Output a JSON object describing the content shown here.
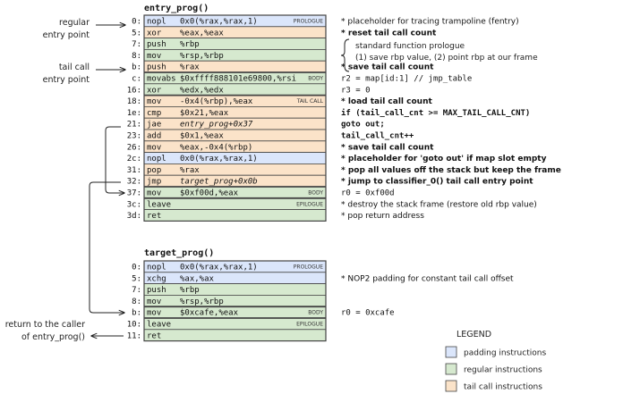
{
  "colors": {
    "padding": "#dbe6fb",
    "regular": "#d6e9cf",
    "tailcall": "#fbe3c9",
    "border": "#444444",
    "text": "#111111"
  },
  "entry_prog": {
    "title": "entry_prog()",
    "rows": [
      {
        "addr": "0:",
        "op": "nopl",
        "args": "0x0(%rax,%rax,1)",
        "sec": "PROLOGUE",
        "kind": "padding",
        "comment": "* placeholder for tracing trampoline (fentry)",
        "bold": false
      },
      {
        "addr": "5:",
        "op": "xor",
        "args": "%eax,%eax",
        "sec": "",
        "kind": "tailcall",
        "comment": "* reset tail call count",
        "bold": true
      },
      {
        "addr": "7:",
        "op": "push",
        "args": "%rbp",
        "sec": "",
        "kind": "regular",
        "comment": "",
        "bold": false
      },
      {
        "addr": "8:",
        "op": "mov",
        "args": "%rsp,%rbp",
        "sec": "",
        "kind": "regular",
        "comment": "",
        "bold": false
      },
      {
        "addr": "b:",
        "op": "push",
        "args": "%rax",
        "sec": "",
        "kind": "tailcall",
        "comment": "* save tail call count",
        "bold": true
      },
      {
        "addr": "c:",
        "op": "movabs",
        "args": "$0xffff888101e69800,%rsi",
        "sec": "BODY",
        "kind": "regular",
        "comment": "r2 = map[id:1] // jmp_table",
        "bold": false
      },
      {
        "addr": "16:",
        "op": "xor",
        "args": "%edx,%edx",
        "sec": "",
        "kind": "regular",
        "comment": "r3 = 0",
        "bold": false
      },
      {
        "addr": "18:",
        "op": "mov",
        "args": "-0x4(%rbp),%eax",
        "sec": "TAIL CALL",
        "kind": "tailcall",
        "comment": "* load tail call count",
        "bold": true
      },
      {
        "addr": "1e:",
        "op": "cmp",
        "args": "$0x21,%eax",
        "sec": "",
        "kind": "tailcall",
        "comment": "if (tail_call_cnt >= MAX_TAIL_CALL_CNT)",
        "bold": true
      },
      {
        "addr": "21:",
        "op": "jae",
        "args": "entry_prog+0x37",
        "sec": "",
        "kind": "tailcall",
        "italic": true,
        "comment": "        goto out;",
        "bold": true
      },
      {
        "addr": "23:",
        "op": "add",
        "args": "$0x1,%eax",
        "sec": "",
        "kind": "tailcall",
        "comment": "tail_call_cnt++",
        "bold": true
      },
      {
        "addr": "26:",
        "op": "mov",
        "args": "%eax,-0x4(%rbp)",
        "sec": "",
        "kind": "tailcall",
        "comment": "* save tail call count",
        "bold": true
      },
      {
        "addr": "2c:",
        "op": "nopl",
        "args": "0x0(%rax,%rax,1)",
        "sec": "",
        "kind": "padding",
        "comment": "* placeholder for 'goto out' if map slot empty",
        "bold": true
      },
      {
        "addr": "31:",
        "op": "pop",
        "args": "%rax",
        "sec": "",
        "kind": "tailcall",
        "comment": "* pop all values off the stack but keep the frame",
        "bold": true
      },
      {
        "addr": "32:",
        "op": "jmp",
        "args": "target_prog+0x0b",
        "sec": "",
        "kind": "tailcall",
        "italic": true,
        "comment": "* jump to classifier_0() tail call entry point",
        "bold": true
      },
      {
        "addr": "37:",
        "op": "mov",
        "args": "$0xf00d,%eax",
        "sec": "BODY",
        "kind": "regular",
        "comment": "r0 = 0xf00d",
        "bold": false
      },
      {
        "addr": "3c:",
        "op": "leave",
        "args": "",
        "sec": "EPILOGUE",
        "kind": "regular",
        "comment": "* destroy the stack frame (restore old rbp value)",
        "bold": false
      },
      {
        "addr": "3d:",
        "op": "ret",
        "args": "",
        "sec": "",
        "kind": "regular",
        "comment": "* pop return address",
        "bold": false
      }
    ],
    "brace_comment": [
      "standard function prologue",
      "(1) save rbp value, (2) point rbp at our frame"
    ]
  },
  "target_prog": {
    "title": "target_prog()",
    "rows": [
      {
        "addr": "0:",
        "op": "nopl",
        "args": "0x0(%rax,%rax,1)",
        "sec": "PROLOGUE",
        "kind": "padding",
        "comment": "",
        "bold": false
      },
      {
        "addr": "5:",
        "op": "xchg",
        "args": "%ax,%ax",
        "sec": "",
        "kind": "padding",
        "comment": "* NOP2 padding for constant tail call offset",
        "bold": false
      },
      {
        "addr": "7:",
        "op": "push",
        "args": "%rbp",
        "sec": "",
        "kind": "regular",
        "comment": "",
        "bold": false
      },
      {
        "addr": "8:",
        "op": "mov",
        "args": "%rsp,%rbp",
        "sec": "",
        "kind": "regular",
        "comment": "",
        "bold": false
      },
      {
        "addr": "b:",
        "op": "mov",
        "args": "$0xcafe,%eax",
        "sec": "BODY",
        "kind": "regular",
        "comment": "r0 = 0xcafe",
        "bold": false
      },
      {
        "addr": "10:",
        "op": "leave",
        "args": "",
        "sec": "EPILOGUE",
        "kind": "regular",
        "comment": "",
        "bold": false
      },
      {
        "addr": "11:",
        "op": "ret",
        "args": "",
        "sec": "",
        "kind": "regular",
        "comment": "",
        "bold": false
      }
    ]
  },
  "labels": {
    "regular_entry": [
      "regular",
      "entry point"
    ],
    "tail_call_entry": [
      "tail call",
      "entry point"
    ],
    "return_caller": [
      "return to the caller",
      "of entry_prog()"
    ]
  },
  "legend": {
    "title": "LEGEND",
    "items": [
      {
        "kind": "padding",
        "label": "padding instructions"
      },
      {
        "kind": "regular",
        "label": "regular instructions"
      },
      {
        "kind": "tailcall",
        "label": "tail call instructions"
      }
    ]
  }
}
